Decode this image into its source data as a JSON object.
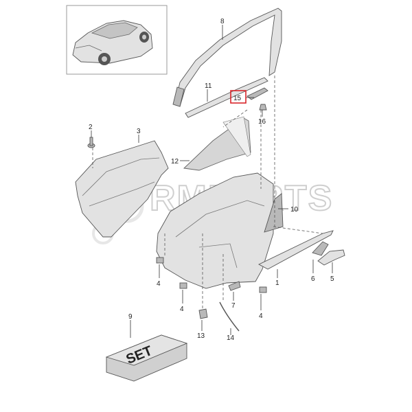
{
  "callouts": {
    "p1": "1",
    "p2": "2",
    "p3": "3",
    "p4a": "4",
    "p4b": "4",
    "p4c": "4",
    "p5": "5",
    "p6": "6",
    "p7": "7",
    "p8": "8",
    "p9": "9",
    "p10": "10",
    "p11": "11",
    "p12": "12",
    "p13": "13",
    "p14": "14",
    "p15": "15",
    "p16": "16"
  },
  "set_label": "SET",
  "watermark": "RMPARTS",
  "highlight_color": "#d9252a"
}
